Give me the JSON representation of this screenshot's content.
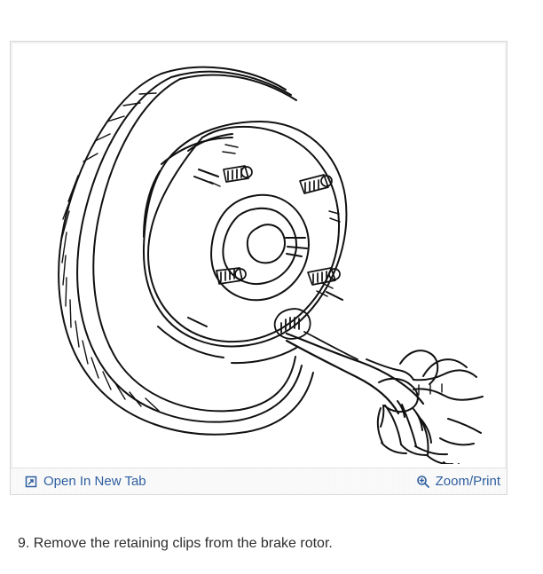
{
  "figure": {
    "open_tab_label": "Open In New Tab",
    "zoom_print_label": "Zoom/Print",
    "icons": {
      "open_tab": "open-in-new-tab-icon",
      "zoom": "zoom-icon"
    },
    "colors": {
      "link": "#2f5f9f",
      "card_border": "#d9d9d9",
      "bar_background": "#f7f7f7"
    }
  },
  "instruction": {
    "step_text": "9. Remove the retaining clips from the brake rotor."
  }
}
